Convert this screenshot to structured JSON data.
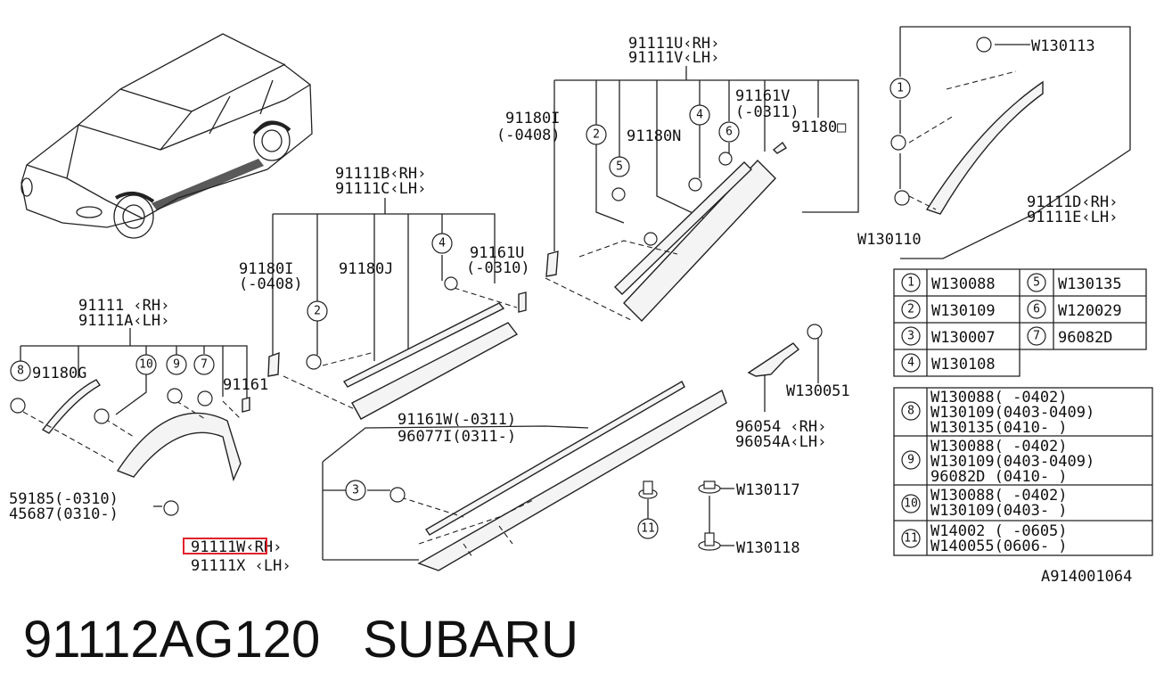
{
  "labels": {
    "u_rh": "91111U‹RH›",
    "v_lh": "91111V‹LH›",
    "b_rh": "91111B‹RH›",
    "c_lh": "91111C‹LH›",
    "base_rh": "91111  ‹RH›",
    "a_lh": "91111A‹LH›",
    "d_rh": "91111D‹RH›",
    "e_lh": "91111E‹LH›",
    "w_rh": "91111W‹RH›",
    "x_lh": "91111X ‹LH›",
    "p91180i_a": "91180I",
    "p91180i_a_date": "(-0408)",
    "p91180i_b": "91180I",
    "p91180i_b_date": "(-0408)",
    "p91180n": "91180N",
    "p91180o": "91180□",
    "p91161v": "91161V",
    "p91161v_date": "(-0311)",
    "p91180j": "91180J",
    "p91161u": "91161U",
    "p91161u_date": "(-0310)",
    "p91180g": "91180G",
    "p91161": "91161",
    "p91161w": "91161W(-0311)",
    "p96077i": "96077I(0311-)",
    "p59185": "59185(-0310)",
    "p45687": "45687(0310-)",
    "w130113": "W130113",
    "w130110": "W130110",
    "w130051": "W130051",
    "p96054_rh": "96054 ‹RH›",
    "p96054a_lh": "96054A‹LH›",
    "w130117": "W130117",
    "w130118": "W130118"
  },
  "circles": {
    "c1": "1",
    "c2": "2",
    "c3": "3",
    "c4": "4",
    "c5": "5",
    "c6": "6",
    "c7": "7",
    "c8": "8",
    "c9": "9",
    "c10": "10",
    "c11": "11"
  },
  "legend_simple": [
    {
      "num": "1",
      "part": "W130088"
    },
    {
      "num": "5",
      "part": "W130135"
    },
    {
      "num": "2",
      "part": "W130109"
    },
    {
      "num": "6",
      "part": "W120029"
    },
    {
      "num": "3",
      "part": "W130007"
    },
    {
      "num": "7",
      "part": "96082D"
    },
    {
      "num": "4",
      "part": "W130108"
    }
  ],
  "legend_dated": [
    {
      "num": "8",
      "lines": [
        "W130088(  -0402)",
        "W130109(0403-0409)",
        "W130135(0410-  )"
      ]
    },
    {
      "num": "9",
      "lines": [
        "W130088(  -0402)",
        "W130109(0403-0409)",
        "96082D  (0410-  )"
      ]
    },
    {
      "num": "10",
      "lines": [
        "W130088(  -0402)",
        "W130109(0403-  )"
      ]
    },
    {
      "num": "11",
      "lines": [
        "W14002  (  -0605)",
        "W140055(0606-  )"
      ]
    }
  ],
  "diagram_id": "A914001064",
  "footer": {
    "part_number": "91112AG120",
    "brand": "SUBARU"
  },
  "colors": {
    "highlight": "#e0202a",
    "line": "#222222"
  }
}
